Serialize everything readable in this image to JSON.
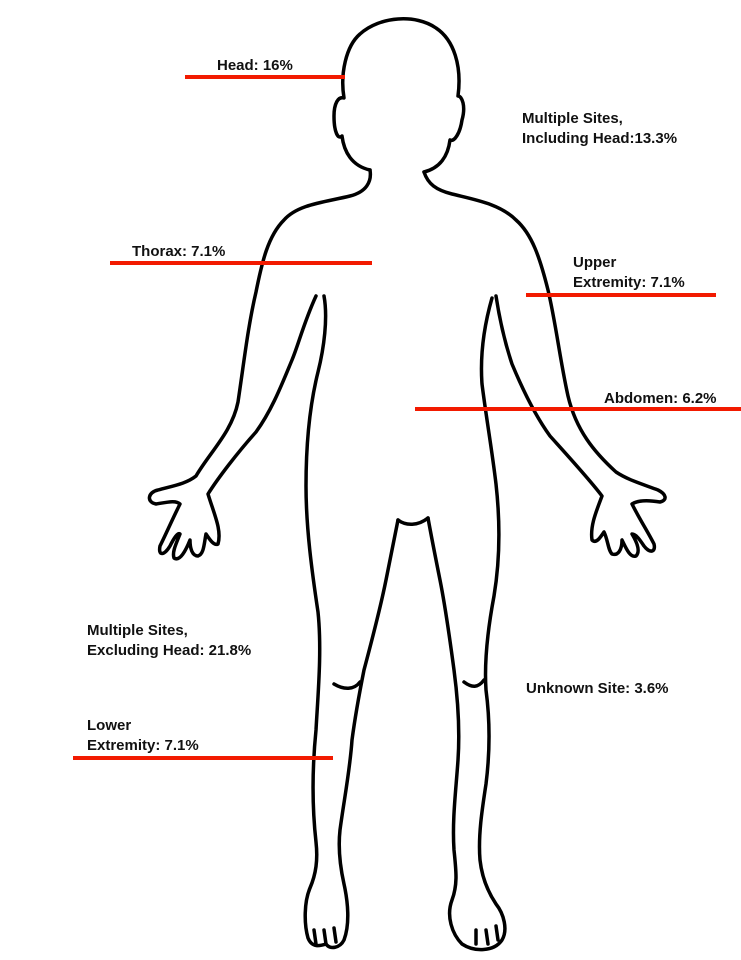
{
  "colors": {
    "outline": "#000000",
    "marker_line": "#f21a00",
    "text": "#111111",
    "background": "#ffffff"
  },
  "labels": {
    "head": "Head: 16%",
    "multiple_including_head_line1": "Multiple Sites,",
    "multiple_including_head_line2": "Including Head:13.3%",
    "thorax": "Thorax: 7.1%",
    "upper_extremity_line1": "Upper",
    "upper_extremity_line2": "Extremity: 7.1%",
    "abdomen": "Abdomen: 6.2%",
    "multiple_excluding_head_line1": "Multiple Sites,",
    "multiple_excluding_head_line2": "Excluding Head: 21.8%",
    "unknown_site": "Unknown Site: 3.6%",
    "lower_extremity_line1": "Lower",
    "lower_extremity_line2": "Extremity: 7.1%"
  }
}
